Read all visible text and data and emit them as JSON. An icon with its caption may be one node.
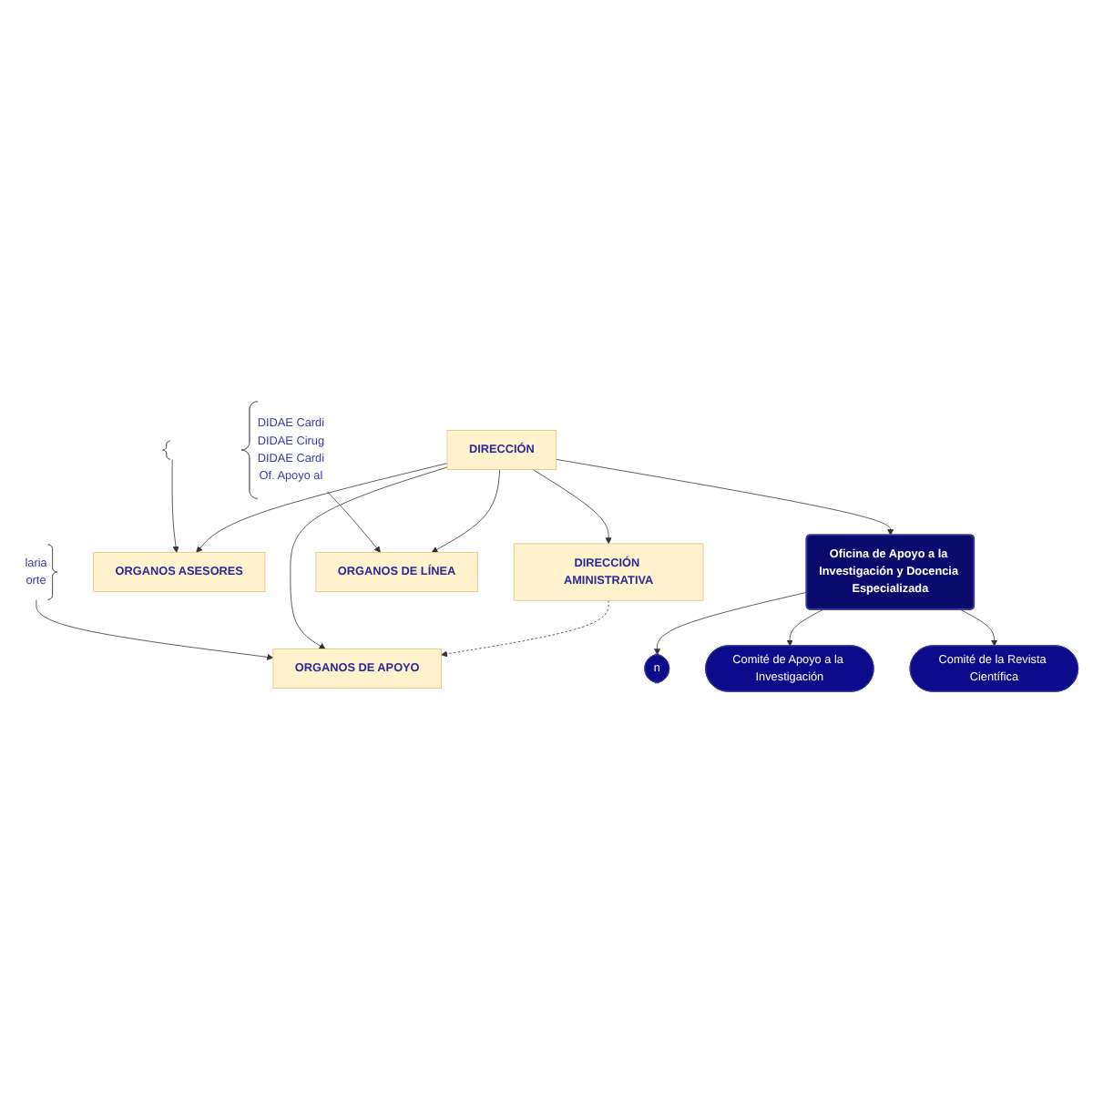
{
  "diagram": {
    "nodes": [
      {
        "text": [
          "DIRECCIÓN"
        ]
      },
      {
        "text": [
          "DIRECCIÓN AMINISTRATIVA"
        ]
      },
      {
        "text": [
          "ORGANOS DE APOYO"
        ]
      },
      {
        "text": [
          "ORGANOS ASESORES"
        ]
      },
      {
        "text": [
          "Oficina de Apoyo a la Investigación y Docencia Especializada"
        ]
      },
      {
        "text": [
          "n"
        ]
      },
      {
        "text": [
          "Comité de Apoyo a la Investigación"
        ]
      },
      {
        "text": [
          "Comité de la Revista Científica"
        ]
      },
      {
        "text": [
          "ORGANOS DE LÍNEA"
        ]
      },
      {
        "text": [
          "laria",
          "orte"
        ]
      },
      {
        "text": [],
        "shape": "bracket"
      },
      {
        "text": [
          "DIDAE Cardi",
          "DIDAE Cirug",
          "DIDAE Cardi",
          "Of. Apoyo al"
        ]
      }
    ],
    "edges": [
      {
        "from": 0,
        "to": 1,
        "arrow": "to"
      },
      {
        "from": 1,
        "to": 2,
        "arrow": "to",
        "style": "dashed"
      },
      {
        "from": 0,
        "to": 2,
        "arrow": "to"
      },
      {
        "from": 0,
        "to": 3,
        "arrow": "to"
      },
      {
        "from": 9,
        "to": 2,
        "arrow": "to"
      },
      {
        "from": 10,
        "to": 3,
        "arrow": "to"
      },
      {
        "from": 0,
        "to": 4,
        "arrow": "to"
      },
      {
        "from": 4,
        "to": 5,
        "arrow": "to"
      },
      {
        "from": 4,
        "to": 6,
        "arrow": "to"
      },
      {
        "from": 4,
        "to": 7,
        "arrow": "to"
      },
      {
        "from": 0,
        "to": 8,
        "arrow": "to"
      },
      {
        "from": 11,
        "to": 8,
        "arrow": "to"
      }
    ]
  }
}
